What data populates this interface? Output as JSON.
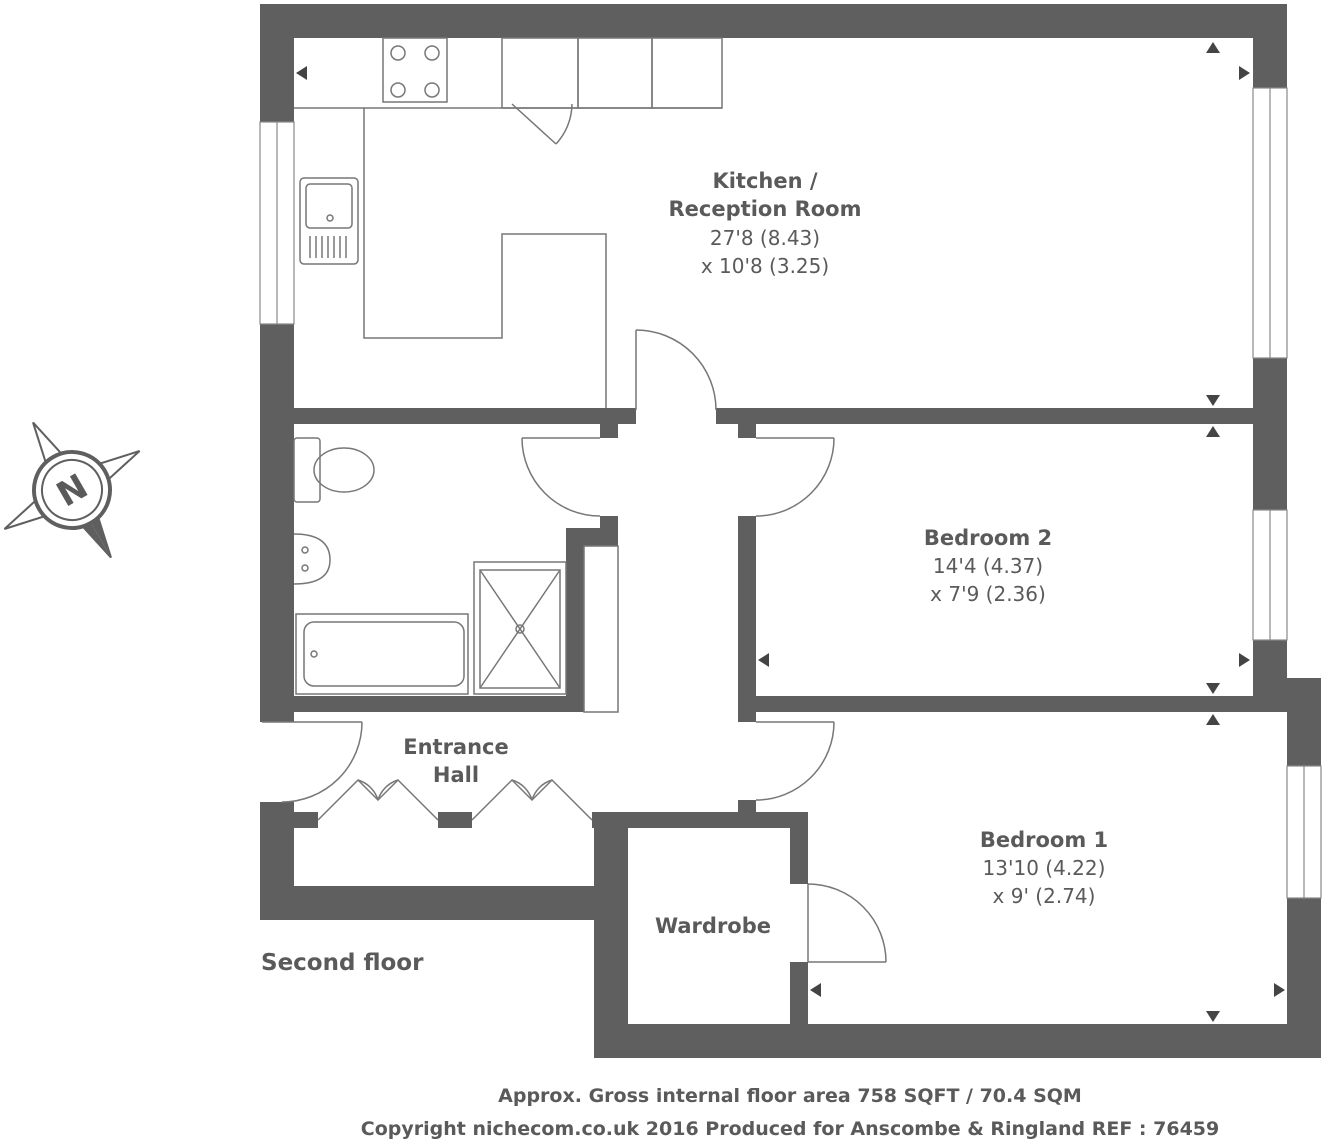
{
  "rooms": [
    {
      "name_line1": "Kitchen /",
      "name_line2": "Reception Room",
      "dim1": "27'8 (8.43)",
      "dim2": "x 10'8 (3.25)"
    },
    {
      "name": "Bedroom 2",
      "dim1": "14'4 (4.37)",
      "dim2": "x 7'9 (2.36)"
    },
    {
      "name": "Bedroom 1",
      "dim1": "13'10 (4.22)",
      "dim2": "x 9' (2.74)"
    },
    {
      "name_line1": "Entrance",
      "name_line2": "Hall"
    },
    {
      "name": "Wardrobe"
    }
  ],
  "floor_label": "Second floor",
  "compass_letter": "N",
  "footer": {
    "area": "Approx. Gross internal floor area 758 SQFT / 70.4 SQM",
    "copyright": "Copyright nichecom.co.uk 2016 Produced for Anscombe & Ringland REF : 76459"
  },
  "colors": {
    "wall": "#5f5f5f",
    "text": "#5a5a5a"
  }
}
